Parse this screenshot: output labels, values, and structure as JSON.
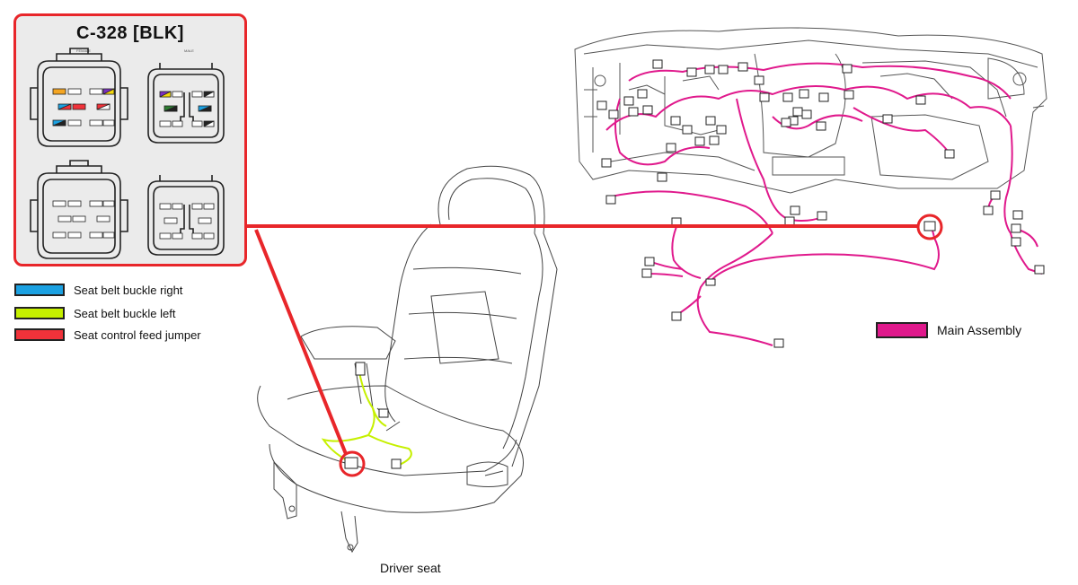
{
  "connector": {
    "title": "C-328  [BLK]",
    "female_label": "FEMALE",
    "male_label": "MALE"
  },
  "legend": [
    {
      "label": "Seat belt buckle right",
      "color": "#1ba1e2"
    },
    {
      "label": "Seat belt buckle left",
      "color": "#c6f000"
    },
    {
      "label": "Seat control feed jumper",
      "color": "#f0323a"
    }
  ],
  "main_legend": {
    "label": "Main Assembly",
    "color": "#e0198c"
  },
  "seat_caption": "Driver seat",
  "colors": {
    "callout": "#e8262a",
    "harness": "#e0198c",
    "seat_harness": "#c6f000",
    "line_art": "#555555"
  }
}
